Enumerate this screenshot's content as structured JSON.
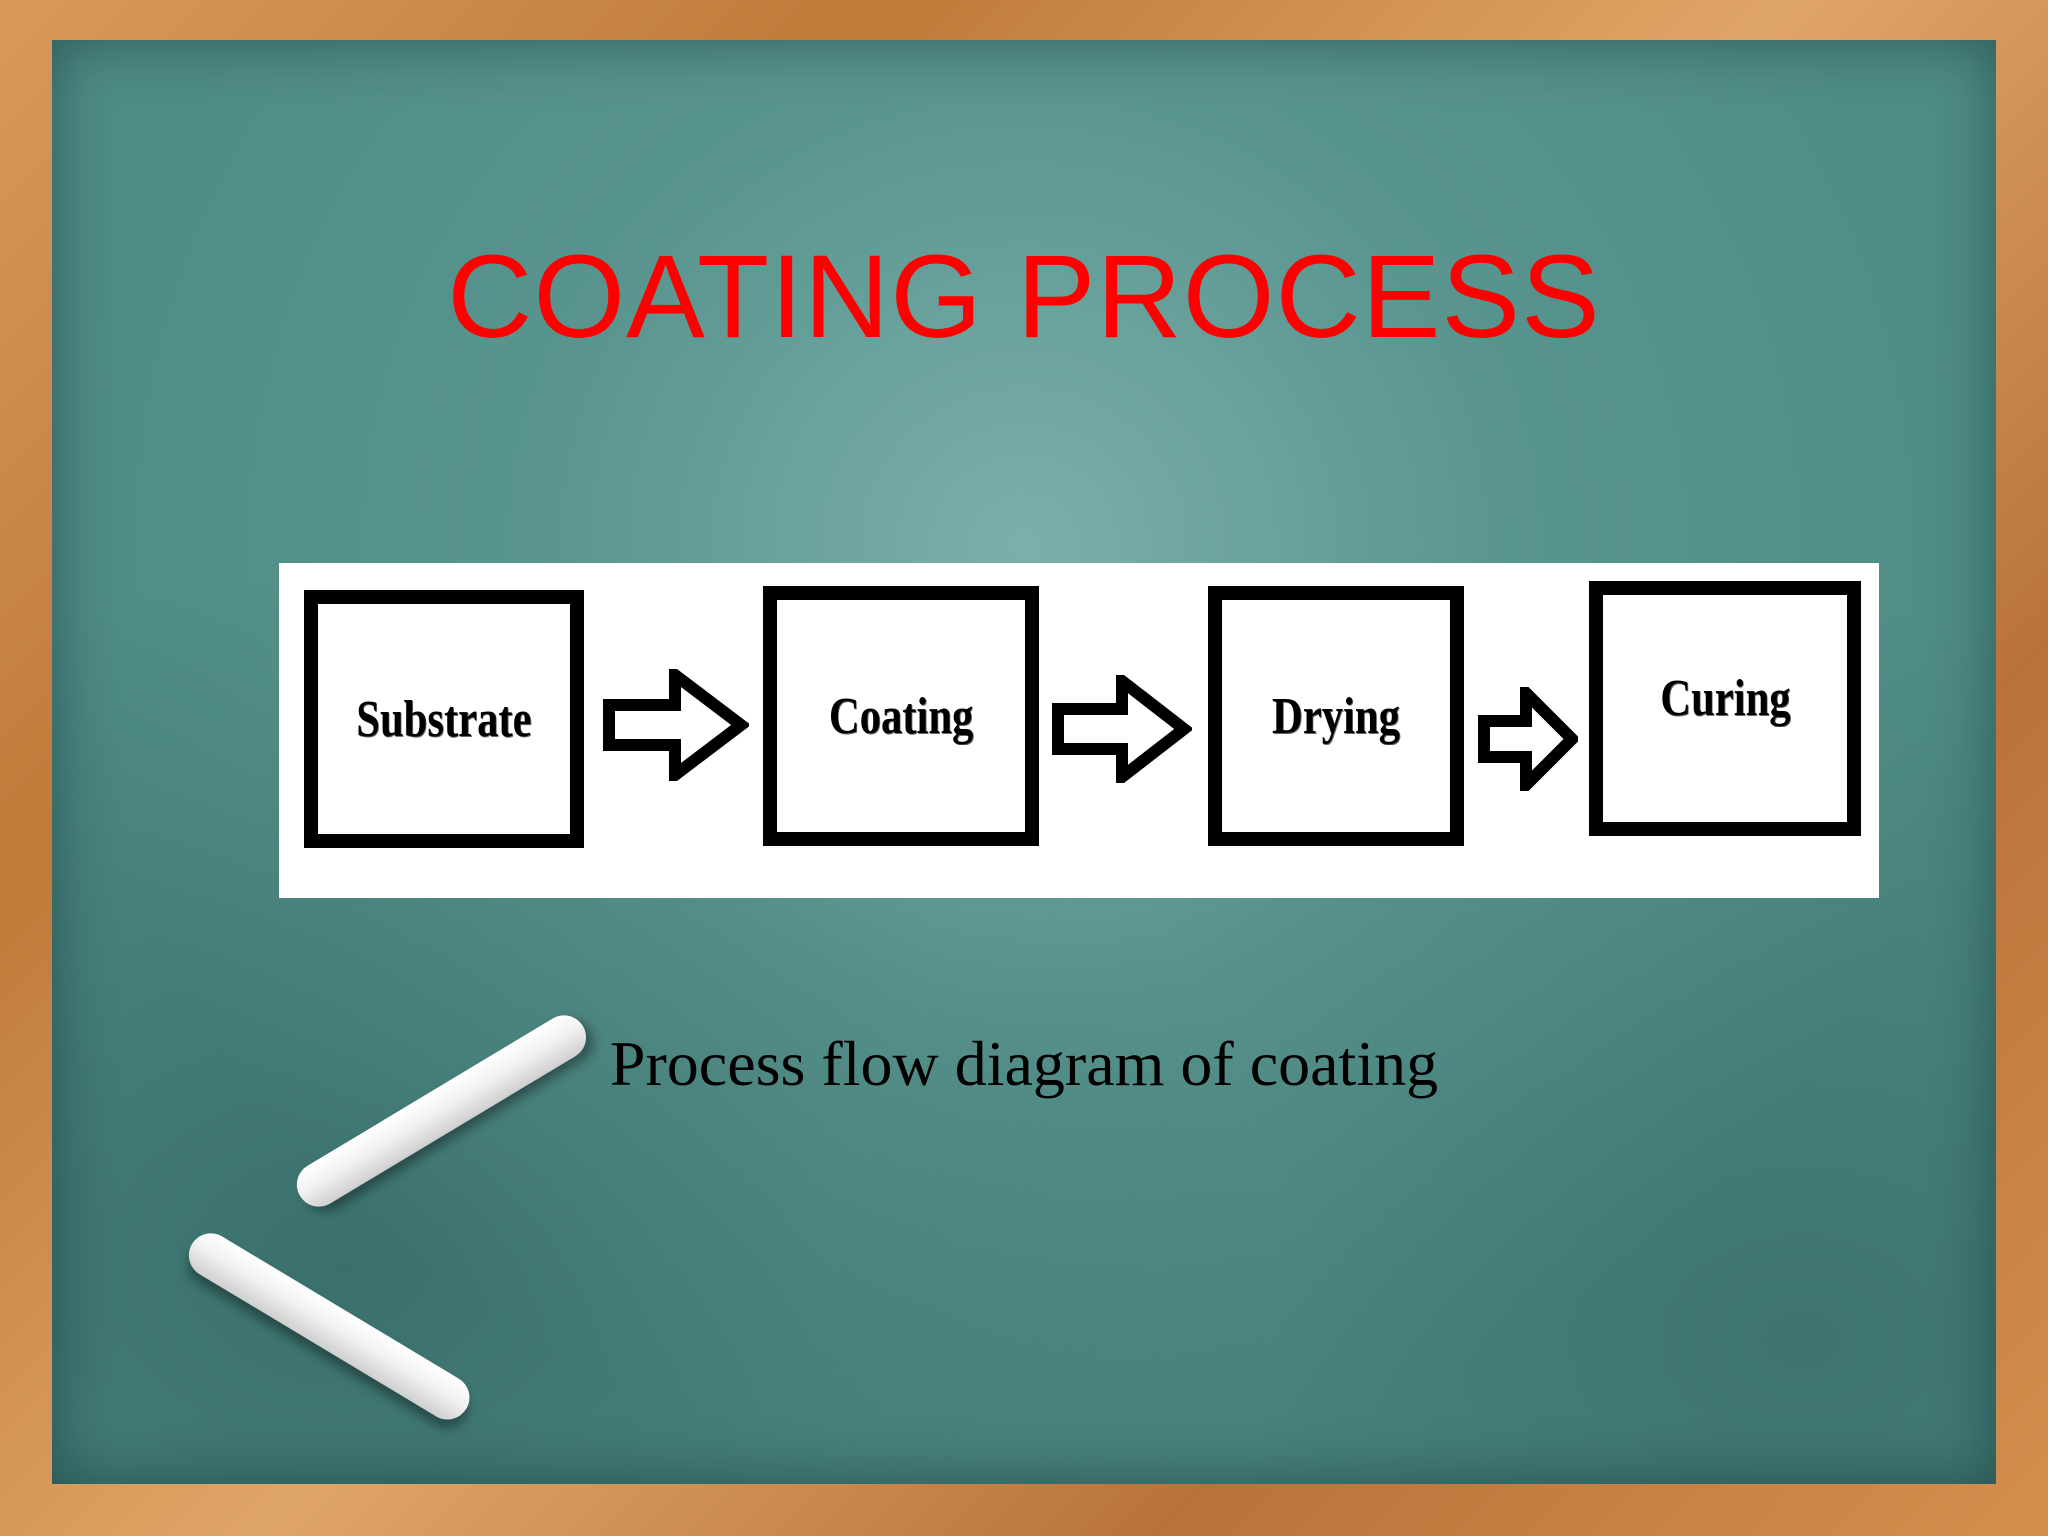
{
  "slide": {
    "title": "COATING PROCESS",
    "caption": "Process flow diagram of coating"
  },
  "diagram": {
    "steps": [
      {
        "label": "Substrate"
      },
      {
        "label": "Coating"
      },
      {
        "label": "Drying"
      },
      {
        "label": "Curing"
      }
    ],
    "arrow_icon": "right-arrow-icon"
  },
  "colors": {
    "title": "#ff0000",
    "board": "#4f8c86",
    "frame": "#c98a4a"
  }
}
